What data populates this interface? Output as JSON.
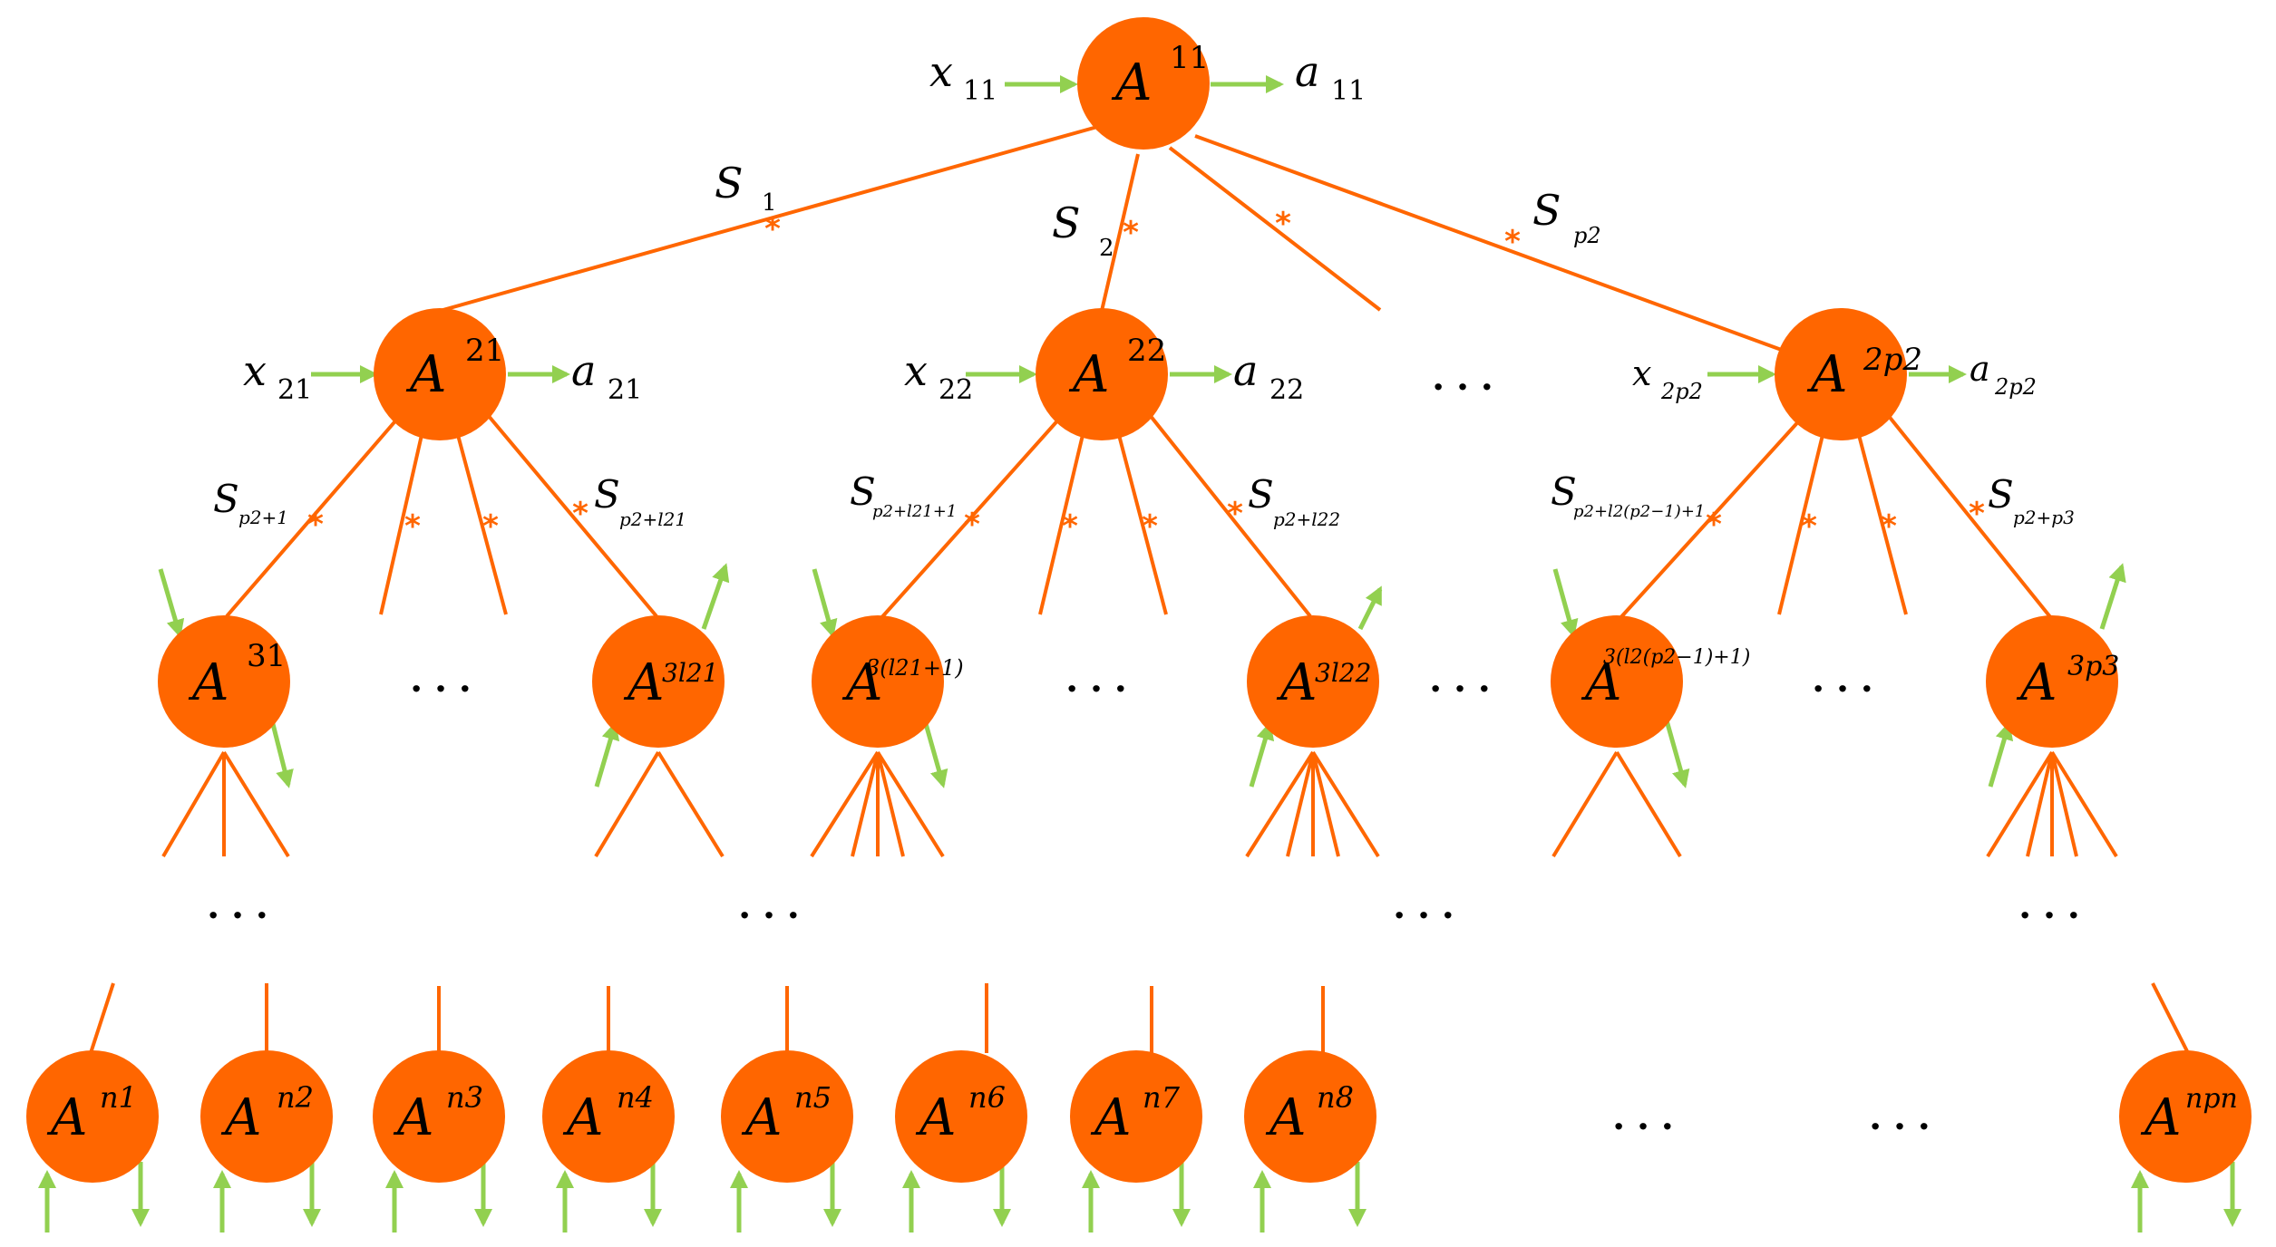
{
  "colors": {
    "node": "#FF6600",
    "edge": "#FF6600",
    "arrow": "#92D050",
    "star": "#FF6600",
    "text": "#000000"
  },
  "symbols": {
    "star": "*",
    "dots": "· · ·"
  },
  "root": {
    "letter": "A",
    "sup": "11",
    "input": {
      "base": "x",
      "sub": "11"
    },
    "output": {
      "base": "a",
      "sub": "11"
    }
  },
  "edge_labels_level1": [
    {
      "base": "S",
      "sub": "1"
    },
    {
      "base": "S",
      "sub": "2"
    },
    {
      "base": "S",
      "sub": "p2"
    }
  ],
  "level2": [
    {
      "letter": "A",
      "sup": "21",
      "input": {
        "base": "x",
        "sub": "21"
      },
      "output": {
        "base": "a",
        "sub": "21"
      }
    },
    {
      "letter": "A",
      "sup": "22",
      "input": {
        "base": "x",
        "sub": "22"
      },
      "output": {
        "base": "a",
        "sub": "22"
      }
    },
    {
      "letter": "A",
      "sup": "2p2",
      "input": {
        "base": "x",
        "sub": "2p2"
      },
      "output": {
        "base": "a",
        "sub": "2p2"
      }
    }
  ],
  "edge_labels_level2": [
    {
      "base": "S",
      "sub": "p2+1"
    },
    {
      "base": "S",
      "sub": "p2+l21"
    },
    {
      "base": "S",
      "sub": "p2+l21+1"
    },
    {
      "base": "S",
      "sub": "p2+l22"
    },
    {
      "base": "S",
      "sub": "p2+l2(p2−1)+1"
    },
    {
      "base": "S",
      "sub": "p2+p3"
    }
  ],
  "level3": [
    {
      "letter": "A",
      "sup": "31"
    },
    {
      "letter": "A",
      "sup": "3l21"
    },
    {
      "letter": "A",
      "sup": "3(l21+1)"
    },
    {
      "letter": "A",
      "sup": "3l22"
    },
    {
      "letter": "A",
      "sup": "3(l2(p2−1)+1)"
    },
    {
      "letter": "A",
      "sup": "3p3"
    }
  ],
  "leaves": [
    {
      "letter": "A",
      "sup": "n1"
    },
    {
      "letter": "A",
      "sup": "n2"
    },
    {
      "letter": "A",
      "sup": "n3"
    },
    {
      "letter": "A",
      "sup": "n4"
    },
    {
      "letter": "A",
      "sup": "n5"
    },
    {
      "letter": "A",
      "sup": "n6"
    },
    {
      "letter": "A",
      "sup": "n7"
    },
    {
      "letter": "A",
      "sup": "n8"
    },
    {
      "letter": "A",
      "sup": "npn"
    }
  ]
}
